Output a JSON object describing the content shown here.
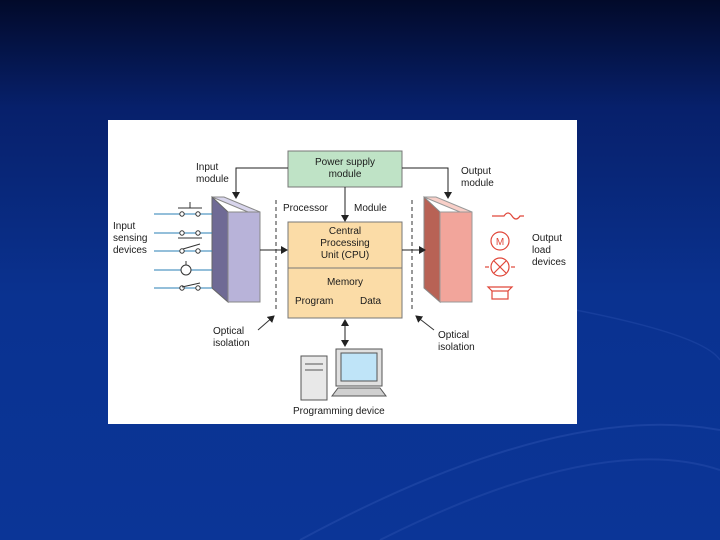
{
  "diagram": {
    "power_supply": "Power supply\nmodule",
    "input_module": "Input\nmodule",
    "output_module": "Output\nmodule",
    "processor": "Processor",
    "module": "Module",
    "cpu": "Central\nProcessing\nUnit (CPU)",
    "memory": "Memory",
    "program": "Program",
    "data": "Data",
    "input_devices": "Input\nsensing\ndevices",
    "output_devices": "Output\nload\ndevices",
    "optical_left": "Optical\nisolation",
    "optical_right": "Optical\nisolation",
    "programming_device": "Programming device",
    "motor_symbol": "M"
  },
  "colors": {
    "power_box": "#bfe3c6",
    "processor_box": "#fbdca7",
    "input_module": "#b8b3d9",
    "output_module": "#f2a59b",
    "output_device": "#e0473a"
  }
}
